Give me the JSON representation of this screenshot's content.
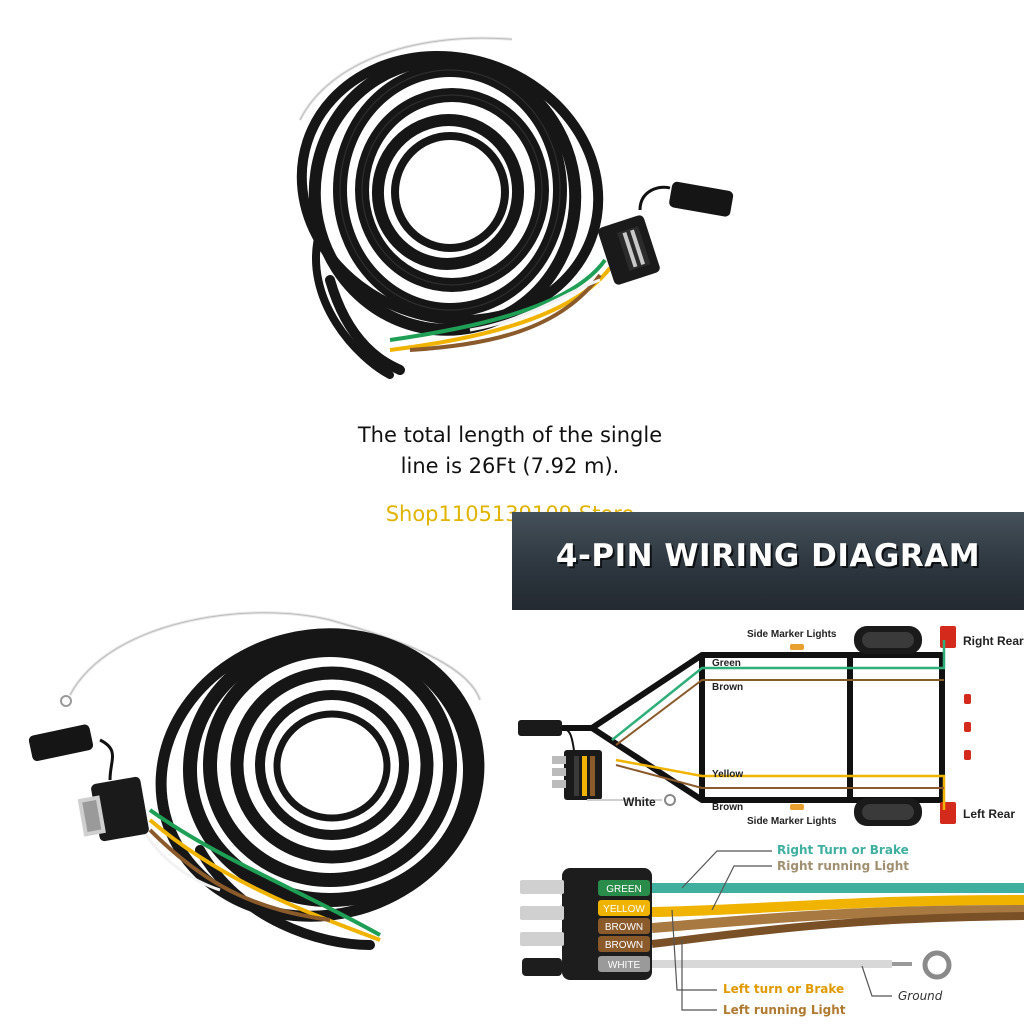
{
  "caption": {
    "line1": "The total length of the single",
    "line2": "line is 26Ft (7.92 m)."
  },
  "watermark": "Shop1105139109 Store",
  "diagram": {
    "title": "4-PIN WIRING DIAGRAM",
    "labels": {
      "side_marker_top": "Side Marker Lights",
      "side_marker_bottom": "Side Marker Lights",
      "right_rear": "Right Rear",
      "left_rear": "Left Rear",
      "green": "Green",
      "brown_top": "Brown",
      "yellow": "Yellow",
      "brown_bottom": "Brown",
      "white": "White"
    },
    "pins": [
      "GREEN",
      "YELLOW",
      "BROWN",
      "BROWN",
      "WHITE"
    ],
    "functions": {
      "right_turn": "Right Turn or Brake",
      "right_running": "Right running Light",
      "left_turn": "Left turn or Brake",
      "left_running": "Left running Light",
      "ground": "Ground"
    },
    "colors": {
      "green": "#2fae7a",
      "yellow": "#f0b400",
      "brown": "#8a5a2b",
      "white": "#cfcfcf",
      "frame": "#111111",
      "light_red": "#d42a1c",
      "marker_amber": "#e8a02e",
      "right_func": "#3fb0a0",
      "right_running_func": "#a09070",
      "left_func": "#e09a00",
      "left_running_func": "#b07a30"
    }
  }
}
